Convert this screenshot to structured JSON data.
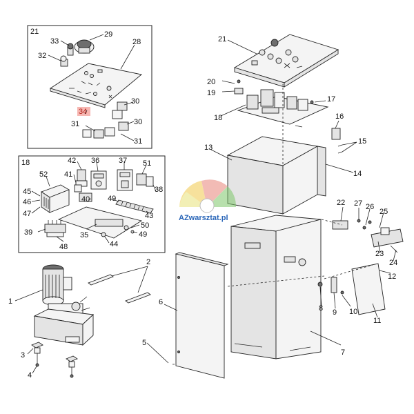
{
  "watermark": {
    "text": "AZwarsztat.pl",
    "color": "#2a66b8"
  },
  "highlight_color": "#f7b7b2",
  "labels": {
    "l1": "1",
    "l2": "2",
    "l3": "3",
    "l4": "4",
    "l5": "5",
    "l6": "6",
    "l7": "7",
    "l8": "8",
    "l9": "9",
    "l10": "10",
    "l11": "11",
    "l12": "12",
    "l13": "13",
    "l14": "14",
    "l15": "15",
    "l16": "16",
    "l17": "17",
    "l18": "18",
    "l19": "19",
    "l20": "20",
    "l21": "21",
    "l22": "22",
    "l23": "23",
    "l24": "24",
    "l25": "25",
    "l26": "26",
    "l27": "27",
    "i21": "21",
    "i28": "28",
    "i29": "29",
    "i30a": "30",
    "i30b": "30",
    "i31a": "31",
    "i31b": "31",
    "i32": "32",
    "i33": "33",
    "i34": "34",
    "e18": "18",
    "e35": "35",
    "e36": "36",
    "e37": "37",
    "e38": "38",
    "e39": "39",
    "e40": "40",
    "e41": "41",
    "e42": "42",
    "e43": "43",
    "e44": "44",
    "e45": "45",
    "e46": "46",
    "e47": "47",
    "e48": "48",
    "e49a": "49",
    "e49b": "49",
    "e50": "50",
    "e51": "51",
    "e52": "52"
  }
}
